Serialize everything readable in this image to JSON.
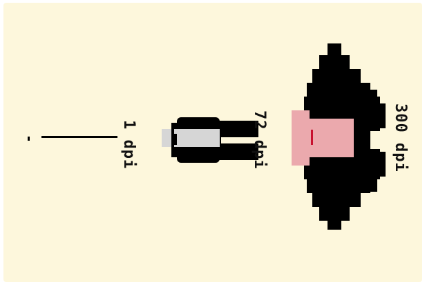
{
  "figure": {
    "labels": {
      "one": "1 dpi",
      "seventy_two": "72 dpi",
      "three_hundred": "300 dpi"
    },
    "colors": {
      "background": "#fdf7dc",
      "ink": "#000000",
      "gray_box": "#d6d6d6",
      "pink_box": "#eba9ad",
      "red_mark": "#c8102e"
    }
  }
}
